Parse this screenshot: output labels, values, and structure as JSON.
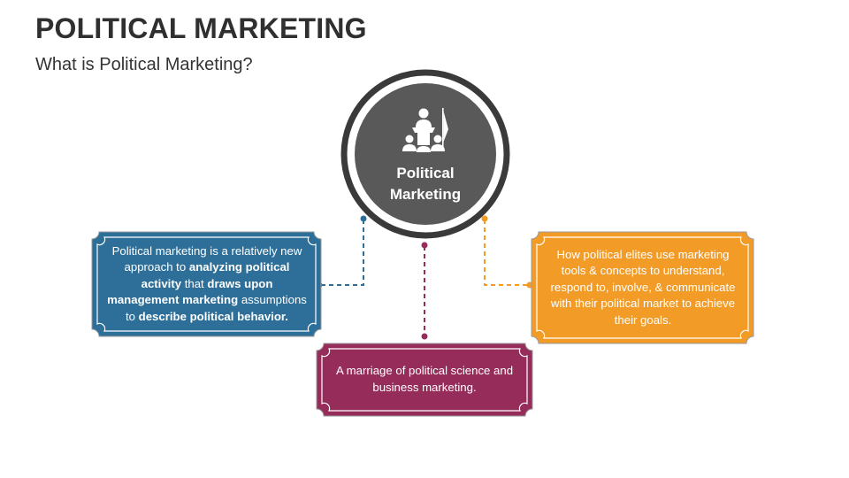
{
  "header": {
    "title": "POLITICAL MARKETING",
    "subtitle": "What is Political Marketing?"
  },
  "center": {
    "line1": "Political",
    "line2": "Marketing",
    "icon": "speaker-at-podium-icon"
  },
  "boxes": {
    "left": {
      "color": "#2e6f99",
      "t1": "Political marketing is a relatively new approach to ",
      "b1": "analyzing political activity",
      "t2": " that ",
      "b2": "draws upon management marketing",
      "t3": " assumptions to ",
      "b3": "describe political behavior."
    },
    "middle": {
      "color": "#962c5a",
      "text": "A marriage of political science and business marketing."
    },
    "right": {
      "color": "#f29b26",
      "text": "How political elites use marketing tools & concepts to understand, respond to, involve, & communicate with their political market to achieve their goals."
    }
  },
  "colors": {
    "circle_fill": "#595959",
    "circle_ring": "#3a3a3a"
  }
}
